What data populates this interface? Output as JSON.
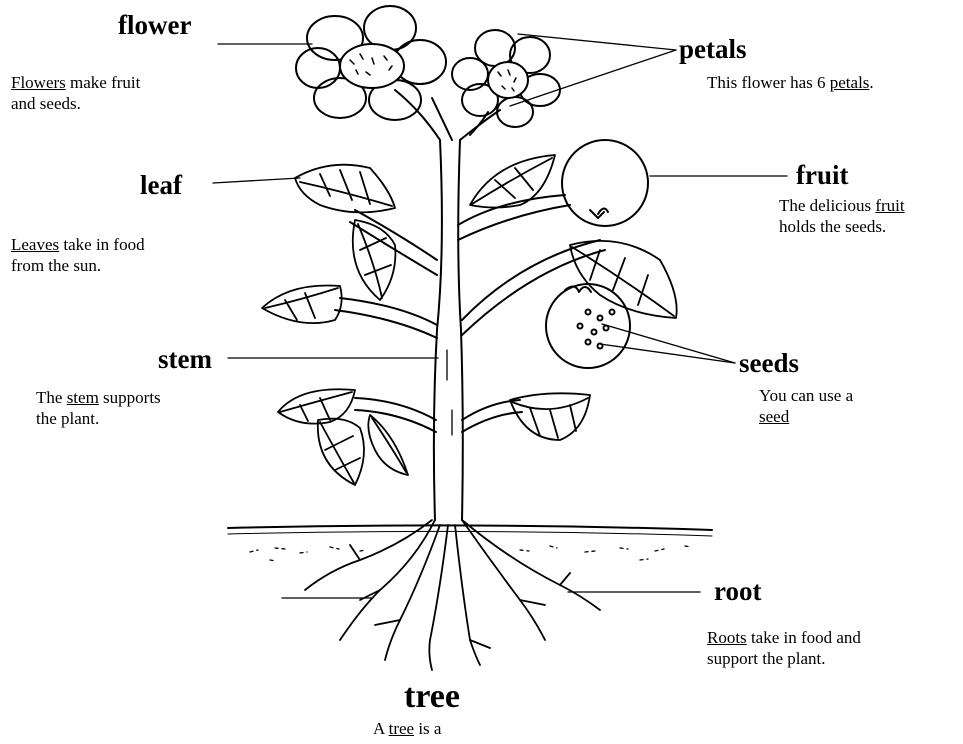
{
  "labels": {
    "flower": {
      "name": "flower",
      "desc": [
        {
          "u": "Flowers",
          "t": " make fruit"
        },
        {
          "u": "",
          "t": "and seeds."
        }
      ]
    },
    "petals": {
      "name": "petals",
      "desc": [
        {
          "pre": "This flower has 6 ",
          "u": "petals",
          "t": "."
        }
      ]
    },
    "leaf": {
      "name": "leaf",
      "desc": [
        {
          "u": "Leaves",
          "t": " take in food"
        },
        {
          "u": "",
          "t": "from the sun."
        }
      ]
    },
    "fruit": {
      "name": "fruit",
      "desc": [
        {
          "pre": "The delicious ",
          "u": "fruit",
          "t": ""
        },
        {
          "u": "",
          "t": "holds the seeds."
        }
      ]
    },
    "stem": {
      "name": "stem",
      "desc": [
        {
          "pre": "The ",
          "u": "stem",
          "t": " supports"
        },
        {
          "u": "",
          "t": "the plant."
        }
      ]
    },
    "seeds": {
      "name": "seeds",
      "desc": [
        {
          "u": "",
          "t": "You can use a"
        },
        {
          "u": "seed",
          "t": ""
        }
      ]
    },
    "root": {
      "name": "root",
      "desc": [
        {
          "u": "Roots",
          "t": " take in food and"
        },
        {
          "u": "",
          "t": "support the plant."
        }
      ]
    },
    "tree": {
      "name": "tree",
      "desc": [
        {
          "pre": "A ",
          "u": "tree",
          "t": " is a"
        }
      ]
    }
  }
}
